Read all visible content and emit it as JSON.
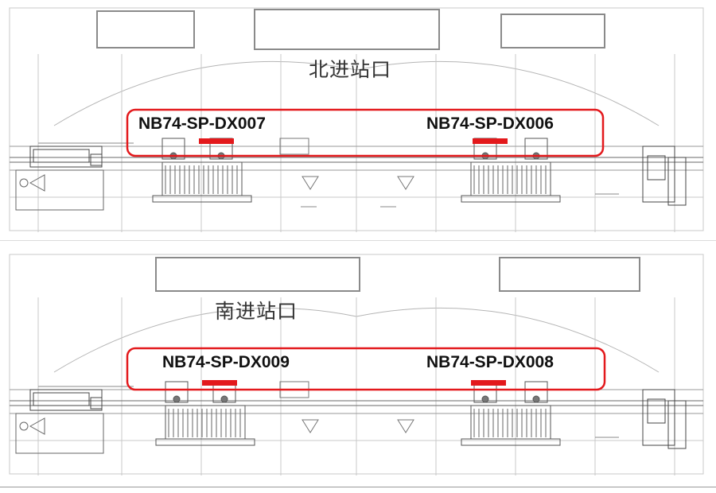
{
  "colors": {
    "highlight": "#e3191c",
    "line": "#7f7f7f",
    "text": "#111111"
  },
  "panels": [
    {
      "entrance_label": "北进站口",
      "screens": [
        {
          "id": "NB74-SP-DX007"
        },
        {
          "id": "NB74-SP-DX006"
        }
      ]
    },
    {
      "entrance_label": "南进站口",
      "screens": [
        {
          "id": "NB74-SP-DX009"
        },
        {
          "id": "NB74-SP-DX008"
        }
      ]
    }
  ]
}
